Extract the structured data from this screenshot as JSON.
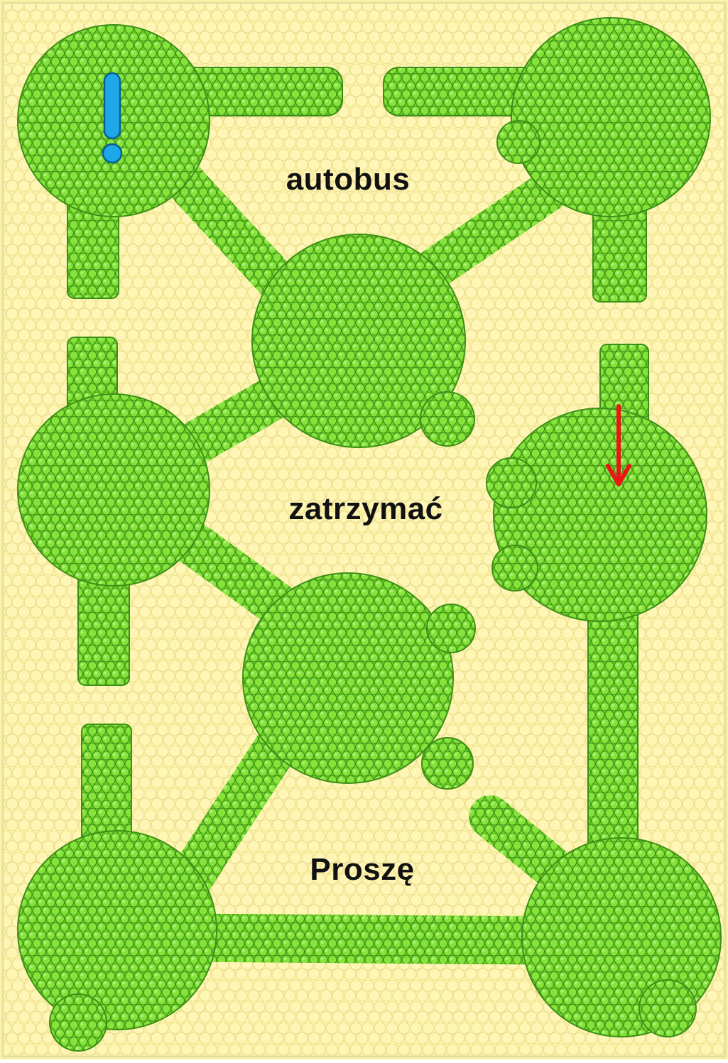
{
  "colors": {
    "background": "#fbf3a6",
    "background_bubble": "#fff6b8",
    "background_bubble_edge": "#e8d98a",
    "path_fill": "#6fd12a",
    "path_bubble": "#86e33a",
    "path_bubble_edge": "#3c8f16",
    "path_highlight": "#b8f58a",
    "exclamation": "#1ea8e8",
    "exclamation_edge": "#0b5f93",
    "arrow": "#e81616"
  },
  "words": {
    "top": "autobus",
    "middle": "zatrzymać",
    "bottom": "Proszę"
  },
  "icons": {
    "start_marker": "exclamation-icon",
    "direction_marker": "arrow-down-icon"
  }
}
